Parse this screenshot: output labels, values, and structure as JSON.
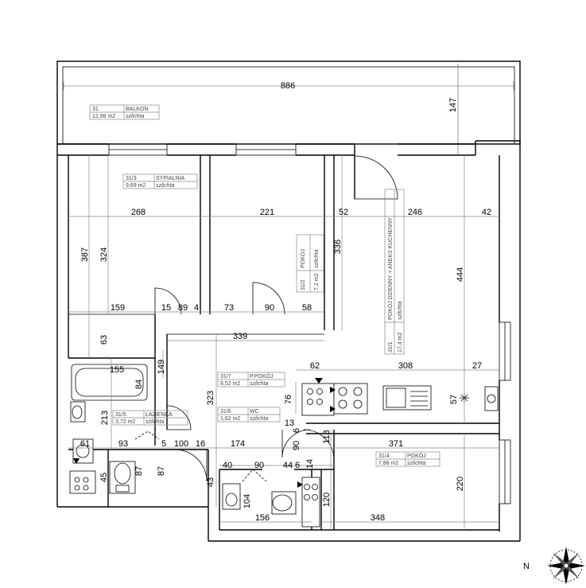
{
  "dimensions": {
    "balcony_width": "886",
    "balcony_depth": "147",
    "bedroom_width": "268",
    "room2_width": "221",
    "hall_gap": "52",
    "living_width": "246",
    "living_right": "42",
    "bedroom_height": "387",
    "bedroom_inner": "324",
    "room2_height": "336",
    "living_height": "444",
    "d159": "159",
    "d15": "15",
    "d89": "89",
    "d4": "4",
    "d73": "73",
    "d90a": "90",
    "d58": "58",
    "d339": "339",
    "d63": "63",
    "d155": "155",
    "d149": "149",
    "d84": "84",
    "d213": "213",
    "d323": "323",
    "d62": "62",
    "d308": "308",
    "d27": "27",
    "d76": "76",
    "d57": "57",
    "d13": "13",
    "d6": "6",
    "d113": "113",
    "d90b": "90",
    "d371": "371",
    "d61": "61",
    "d93": "93",
    "d5": "5",
    "d100": "100",
    "d16": "16",
    "d174": "174",
    "d45": "45",
    "d87a": "87",
    "d87b": "87",
    "d40": "40",
    "d90c": "90",
    "d44": "44",
    "d6b": "6",
    "d14": "14",
    "d43": "43",
    "d104": "104",
    "d120": "120",
    "d220": "220",
    "d156": "156",
    "d348": "348"
  },
  "rooms": {
    "balkon": {
      "id": "31",
      "name": "BALKON",
      "area": "12,98 m2",
      "finish": "szlichta"
    },
    "sypialnia": {
      "id": "31/3",
      "name": "SYPIALNIA",
      "area": "9,69 m2",
      "finish": "szlichta"
    },
    "pokoj2": {
      "id": "31/2",
      "name": "POKÓJ",
      "area": "7,2 m2",
      "finish": "szlichta"
    },
    "dzienny": {
      "id": "31/1",
      "name": "POKÓJ DZIENNY + ANEKS KUCHENNY",
      "area": "17,4 m2",
      "finish": "szlichta"
    },
    "ppokoj": {
      "id": "31/7",
      "name": "P.POKÓJ",
      "area": "8,52 m2",
      "finish": "szlichta"
    },
    "wc": {
      "id": "31/6",
      "name": "WC",
      "area": "1,62 m2",
      "finish": "szlichta"
    },
    "lazienka": {
      "id": "31/5",
      "name": "ŁAZIENKA",
      "area": "3,72 m2",
      "finish": "szlichta"
    },
    "pokoj4": {
      "id": "31/4",
      "name": "POKÓJ",
      "area": "7,88 m2",
      "finish": "szlichta"
    }
  },
  "compass": {
    "label": "N"
  },
  "icons": [
    "compass-rose-icon",
    "bathtub-icon",
    "sink-icon",
    "toilet-icon",
    "stove-icon",
    "kitchen-sink-icon",
    "washing-machine-icon",
    "door-swing-icon"
  ]
}
